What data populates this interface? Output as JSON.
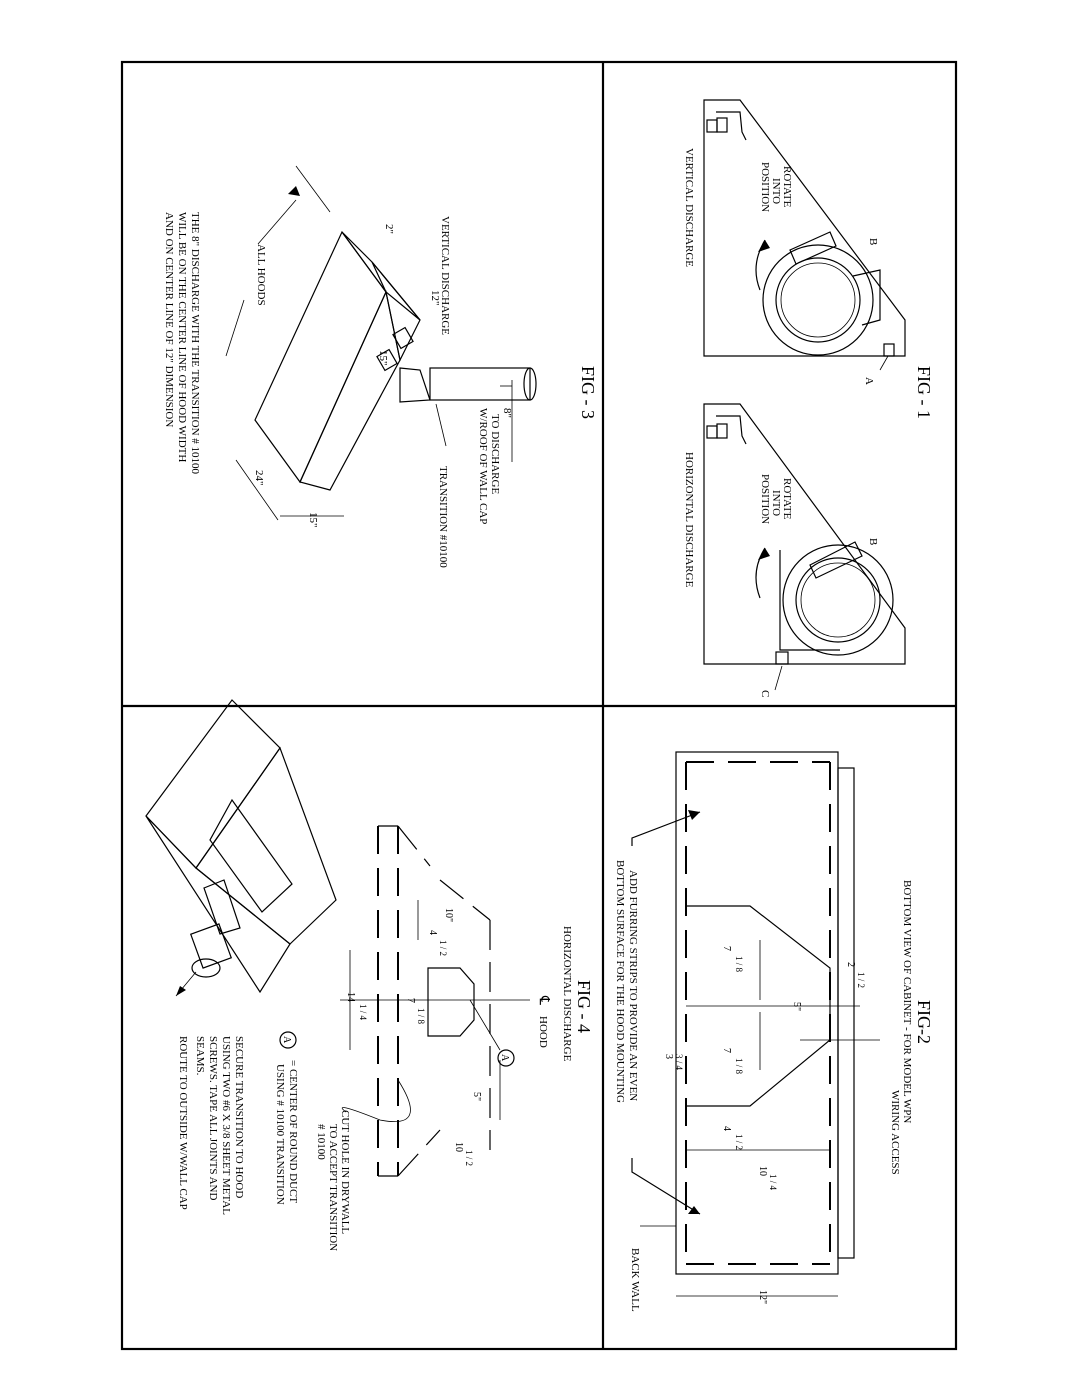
{
  "fig1": {
    "title": "FIG - 1",
    "left_caption": "VERTICAL DISCHARGE",
    "right_caption": "HORIZONTAL DISCHARGE",
    "rotate_line1": "ROTATE",
    "rotate_line2": "INTO",
    "rotate_line3": "POSITION",
    "label_a": "A",
    "label_b": "B",
    "label_c": "C"
  },
  "fig2": {
    "title": "FIG-2",
    "subtitle": "BOTTOM VIEW OF CABINET - FOR MODEL WPN",
    "wiring": "WIRING ACCESS",
    "furring_line1": "ADD FURRING STRIPS TO PROVIDE AN EVEN",
    "furring_line2": "BOTTOM SURFACE FOR THE HOOD MOUNTING",
    "back_wall": "BACK WALL",
    "dims": {
      "d_2_half": "2",
      "d_7_eighth": "7",
      "d_5": "5\"",
      "d_3_quarter": "3",
      "d_4_half": "4",
      "d_10_quarter": "10",
      "d_12": "12\"",
      "frac_half": "1 / 2",
      "frac_eighth": "1 / 8",
      "frac_quarter": "1 / 4",
      "frac_3_4": "3 / 4"
    }
  },
  "fig3": {
    "title": "FIG - 3",
    "vertical_discharge": "VERTICAL DISCHARGE",
    "transition": "TRANSITION #10100",
    "all_hoods": "ALL HOODS",
    "to_discharge_line1": "8\"",
    "to_discharge_line2": "TO DISCHARGE",
    "to_discharge_line3": "W/ROOF OF WALL CAP",
    "note_line1": "THE 8\" DISCHARGE WITH THE TRANSITION # 10100",
    "note_line2": "WILL BE ON THE CENTER LINE OF HOOD WIDTH",
    "note_line3": "AND ON CENTER LINE OF 12\" DIMENSION",
    "dims": {
      "d_2": "2\"",
      "d_12": "12\"",
      "d_15a": "15\"",
      "d_24": "24\"",
      "d_15b": "15\""
    }
  },
  "fig4": {
    "title": "FIG - 4",
    "subtitle": "HORIZONTAL DISCHARGE",
    "cl_hood": "HOOD",
    "cl_symbol": "℄",
    "cut_line1": "CUT HOLE IN DRYWALL",
    "cut_line2": "TO ACCEPT TRANSITION",
    "cut_line3": "# 10100",
    "a_def_line1": "= CENTER OF ROUND DUCT",
    "a_def_line2": "USING # 10100 TRANSITION",
    "a_symbol": "A",
    "secure_line1": "SECURE TRANSITION TO HOOD",
    "secure_line2": "USING TWO #6 X 3/8 SHEET METAL",
    "secure_line3": "SCREWS. TAPE ALL JOINTS AND",
    "secure_line4": "SEAMS.",
    "route": "ROUTE TO OUTSIDE W/WALL CAP",
    "dims": {
      "d_10": "10\"",
      "d_4_half": "4",
      "d_7_eighth": "7",
      "d_14_quarter": "14",
      "d_5": "5\"",
      "d_10_half": "10",
      "frac_half": "1 / 2",
      "frac_eighth": "1 / 8",
      "frac_quarter": "1 / 4"
    }
  }
}
